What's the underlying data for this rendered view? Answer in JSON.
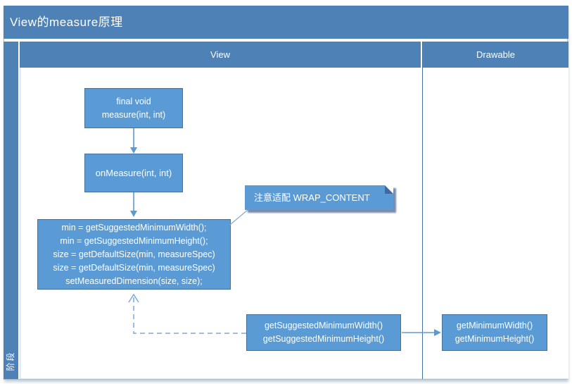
{
  "title": "View的measure原理",
  "swimlanes": {
    "columns": [
      {
        "label": "View"
      },
      {
        "label": "Drawable"
      }
    ],
    "row_label": "阶段"
  },
  "nodes": {
    "measure": {
      "lines": [
        "final void",
        "measure(int, int)"
      ]
    },
    "on_measure": {
      "label": "onMeasure(int, int)"
    },
    "impl": {
      "lines": [
        "min = getSuggestedMinimumWidth();",
        "min = getSuggestedMinimumHeight();",
        "size = getDefaultSize(min, measureSpec)",
        "size = getDefaultSize(min, measureSpec)",
        "setMeasuredDimension(size, size);"
      ]
    },
    "note": {
      "label": "注意适配 WRAP_CONTENT"
    },
    "get_suggested": {
      "lines": [
        "getSuggestedMinimumWidth()",
        "getSuggestedMinimumHeight()"
      ]
    },
    "get_minimum": {
      "lines": [
        "getMinimumWidth()",
        "getMinimumHeight()"
      ]
    }
  },
  "colors": {
    "chrome_blue": "#4e81b6",
    "node_fill": "#5b9bd5",
    "node_border": "#41719c",
    "note_shadow": "#44689d",
    "connector_solid": "#5b9bd5",
    "connector_dashed": "#7da7dc"
  }
}
